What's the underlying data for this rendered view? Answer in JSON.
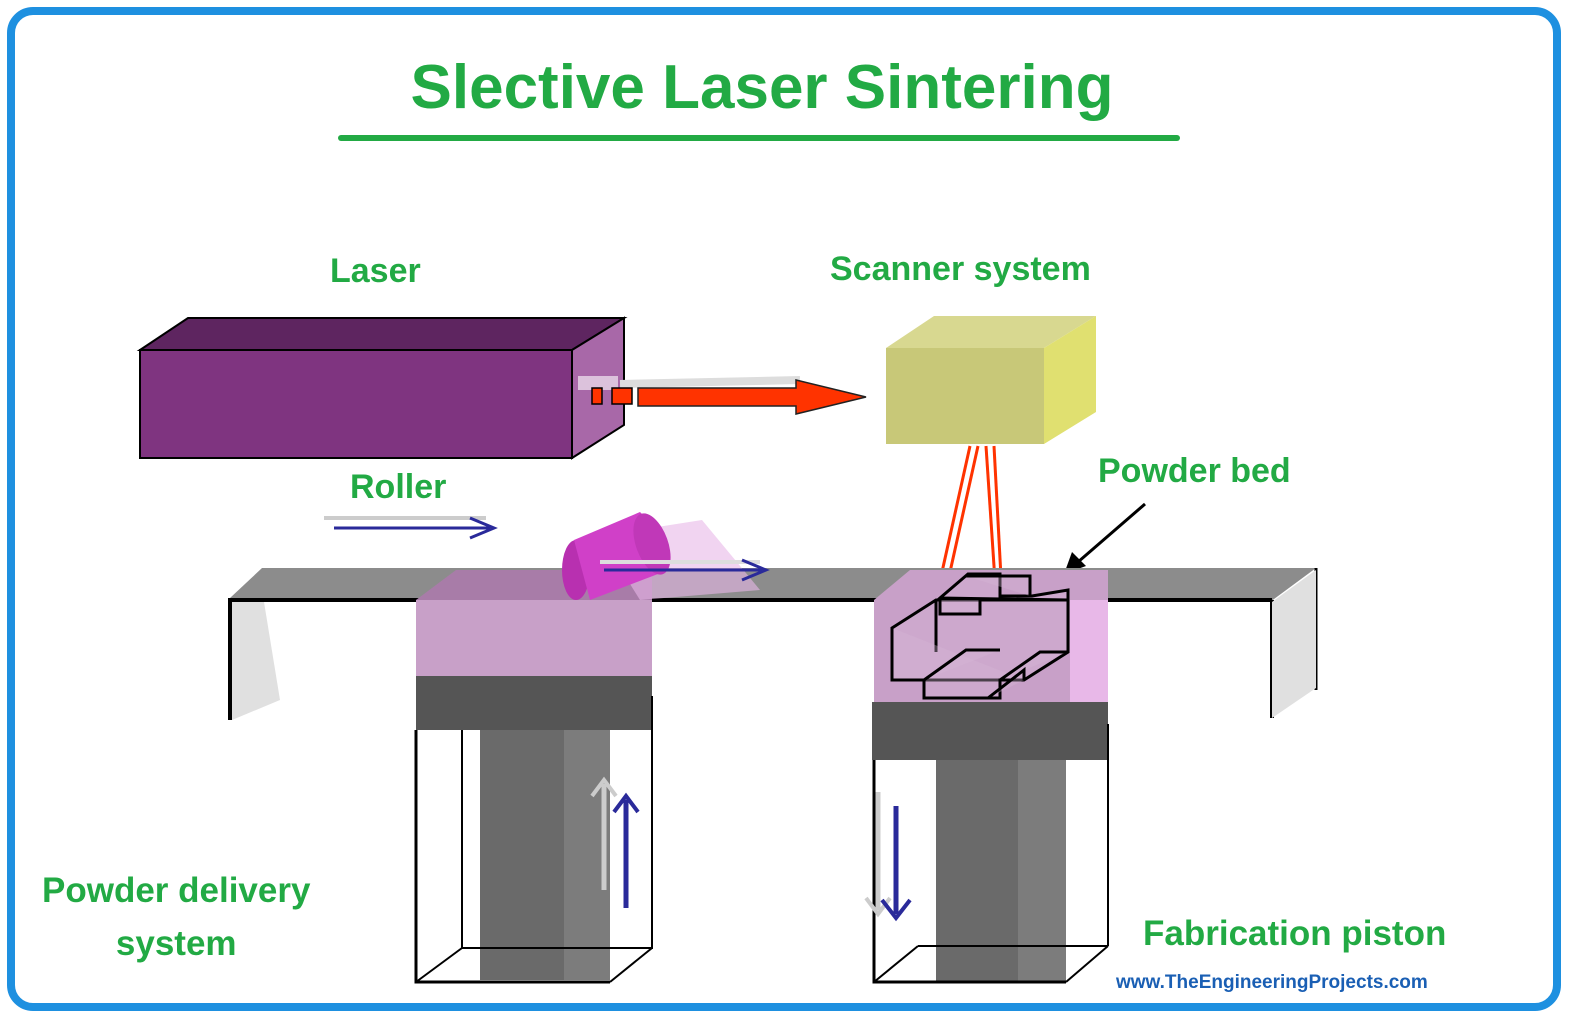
{
  "title": "Slective Laser Sintering",
  "labels": {
    "laser": "Laser",
    "scanner_system": "Scanner system",
    "roller": "Roller",
    "powder_bed": "Powder bed",
    "powder_delivery_system": "Powder delivery\nsystem",
    "fabrication_piston": "Fabrication piston"
  },
  "website": "www.TheEngineeringProjects.com",
  "colors": {
    "label_green": "#22aa44",
    "frame_blue": "#1e90e0",
    "laser_purple": "#7f3480",
    "scanner_yellow": "#c8c878",
    "beam_red": "#ff3300",
    "powder_pink": "#c8a0c8",
    "roller_magenta": "#d040c8",
    "arrow_blue": "#2a2a9a",
    "piston_gray": "#666666"
  }
}
